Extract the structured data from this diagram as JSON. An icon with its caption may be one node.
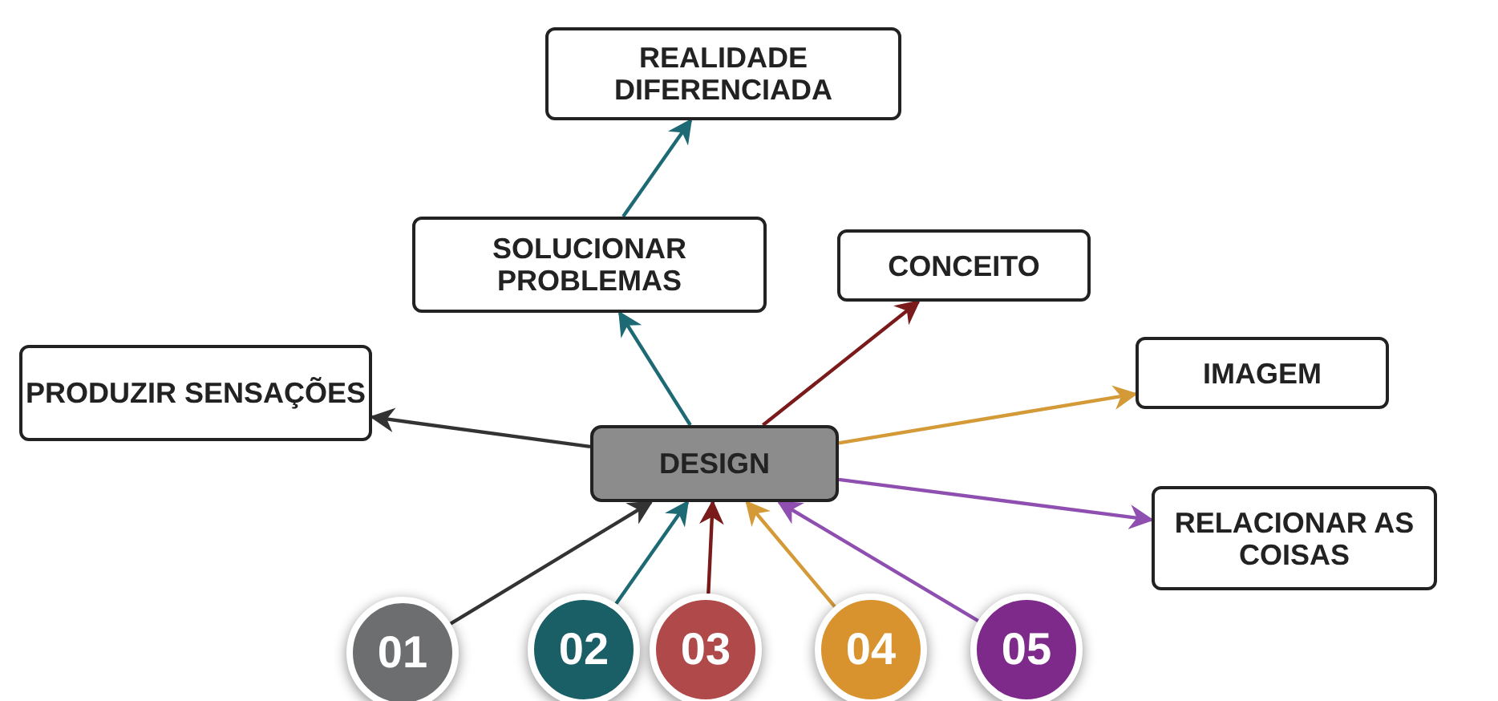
{
  "diagram": {
    "nodes": [
      {
        "text": [
          "REALIDADE DIFERENCIADA"
        ]
      },
      {
        "text": [
          "SOLUCIONAR PROBLEMAS"
        ]
      },
      {
        "text": [
          "CONCEITO"
        ]
      },
      {
        "text": [
          "PRODUZIR SENSAÇÕES"
        ]
      },
      {
        "text": [
          "IMAGEM"
        ]
      },
      {
        "text": [
          "DESIGN"
        ]
      },
      {
        "text": [
          "RELACIONAR AS COISAS"
        ]
      },
      {
        "text": [
          "01"
        ]
      },
      {
        "text": [
          "02"
        ]
      },
      {
        "text": [
          "03"
        ]
      },
      {
        "text": [
          "04"
        ]
      },
      {
        "text": [
          "05"
        ]
      }
    ],
    "edges": [
      {
        "from": 5,
        "to": 1,
        "arrow": "to",
        "color": "#1d6a75"
      },
      {
        "from": 1,
        "to": 0,
        "arrow": "to",
        "color": "#1d6a75"
      },
      {
        "from": 5,
        "to": 2,
        "arrow": "to",
        "color": "#7a1a1a"
      },
      {
        "from": 5,
        "to": 3,
        "arrow": "to",
        "color": "#333333"
      },
      {
        "from": 5,
        "to": 4,
        "arrow": "to",
        "color": "#d49a38"
      },
      {
        "from": 5,
        "to": 6,
        "arrow": "to",
        "color": "#8e4fb0"
      },
      {
        "from": 7,
        "to": 5,
        "arrow": "to",
        "color": "#333333"
      },
      {
        "from": 8,
        "to": 5,
        "arrow": "to",
        "color": "#1d6a75"
      },
      {
        "from": 9,
        "to": 5,
        "arrow": "to",
        "color": "#7a1a1a"
      },
      {
        "from": 10,
        "to": 5,
        "arrow": "to",
        "color": "#d49a38"
      },
      {
        "from": 11,
        "to": 5,
        "arrow": "to",
        "color": "#8e4fb0"
      }
    ]
  }
}
